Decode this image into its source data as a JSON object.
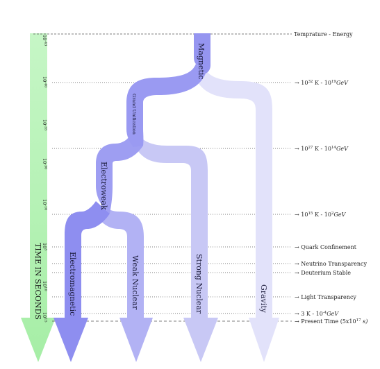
{
  "axis": {
    "title": "TIME IN SECONDS",
    "ticks": [
      {
        "base": "10",
        "exp": "-43"
      },
      {
        "base": "10",
        "exp": "-40"
      },
      {
        "base": "10",
        "exp": "-35"
      },
      {
        "base": "10",
        "exp": "-30"
      },
      {
        "base": "10",
        "exp": "-10"
      },
      {
        "base": "10",
        "exp": "5"
      },
      {
        "base": "10",
        "exp": "10"
      },
      {
        "base": "10",
        "exp": "15"
      }
    ]
  },
  "levels": [
    {
      "id": "temperature-energy",
      "text": "Temprature - Energy"
    },
    {
      "id": "level-1",
      "base": "10",
      "exp": "32",
      "mid": " K - 10",
      "exp2": "19",
      "unit": "GeV"
    },
    {
      "id": "level-2",
      "base": "10",
      "exp": "27",
      "mid": " K - 10",
      "exp2": "14",
      "unit": "GeV"
    },
    {
      "id": "level-3",
      "base": "10",
      "exp": "15",
      "mid": " K - 10",
      "exp2": "2",
      "unit": "GeV"
    },
    {
      "id": "quark-confinement",
      "text": "Quark Confinement"
    },
    {
      "id": "neutrino-transparency",
      "text": "Neutrino Transparency"
    },
    {
      "id": "deuterium-stable",
      "text": "Deuterium Stable"
    },
    {
      "id": "light-transparency",
      "text": "Light Transparency"
    },
    {
      "id": "level-3k",
      "base": "3 K - 10",
      "exp": "-4",
      "unit": "GeV"
    },
    {
      "id": "present-time",
      "text": "Present Time (5x10",
      "exp": "17",
      "unit": " s)"
    }
  ],
  "forces": {
    "magnetic": "Magnetic",
    "grand_unification": "Grand Unification",
    "electroweak": "Electroweak",
    "electromagnetic": "Electromagnetic",
    "weak_nuclear": "Weak Nuclear",
    "strong_nuclear": "Strong Nuclear",
    "gravity": "Gravity"
  },
  "colors": {
    "time_axis": "#b4f2b4",
    "magnetic": "#9595f0",
    "grand_unification": "#9a9af2",
    "electroweak": "#9e9ef2",
    "electromagnetic": "#8e8ef0",
    "weak_nuclear": "#b2b2f4",
    "strong_nuclear": "#c8c8f5",
    "gravity": "#e2e2fa"
  }
}
